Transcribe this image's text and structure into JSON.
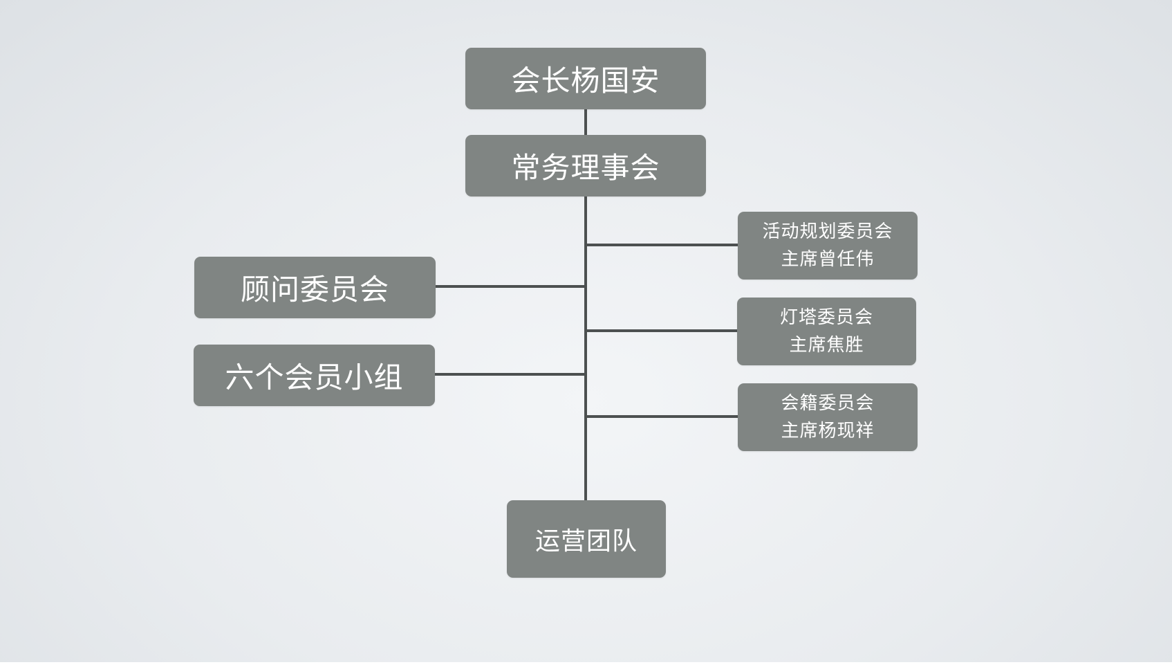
{
  "diagram": {
    "president": {
      "lines": [
        "会长杨国安"
      ]
    },
    "standing_council": {
      "lines": [
        "常务理事会"
      ]
    },
    "advisory_committee": {
      "lines": [
        "顾问委员会"
      ]
    },
    "member_groups": {
      "lines": [
        "六个会员小组"
      ]
    },
    "activity_planning_committee": {
      "lines": [
        "活动规划委员会",
        "主席曾任伟"
      ]
    },
    "lighthouse_committee": {
      "lines": [
        "灯塔委员会",
        "主席焦胜"
      ]
    },
    "membership_committee": {
      "lines": [
        "会籍委员会",
        "主席杨现祥"
      ]
    },
    "operations_team": {
      "lines": [
        "运营团队"
      ]
    },
    "colors": {
      "node_fill": "#808583",
      "node_text": "#ffffff",
      "connector": "#4c5050"
    }
  }
}
